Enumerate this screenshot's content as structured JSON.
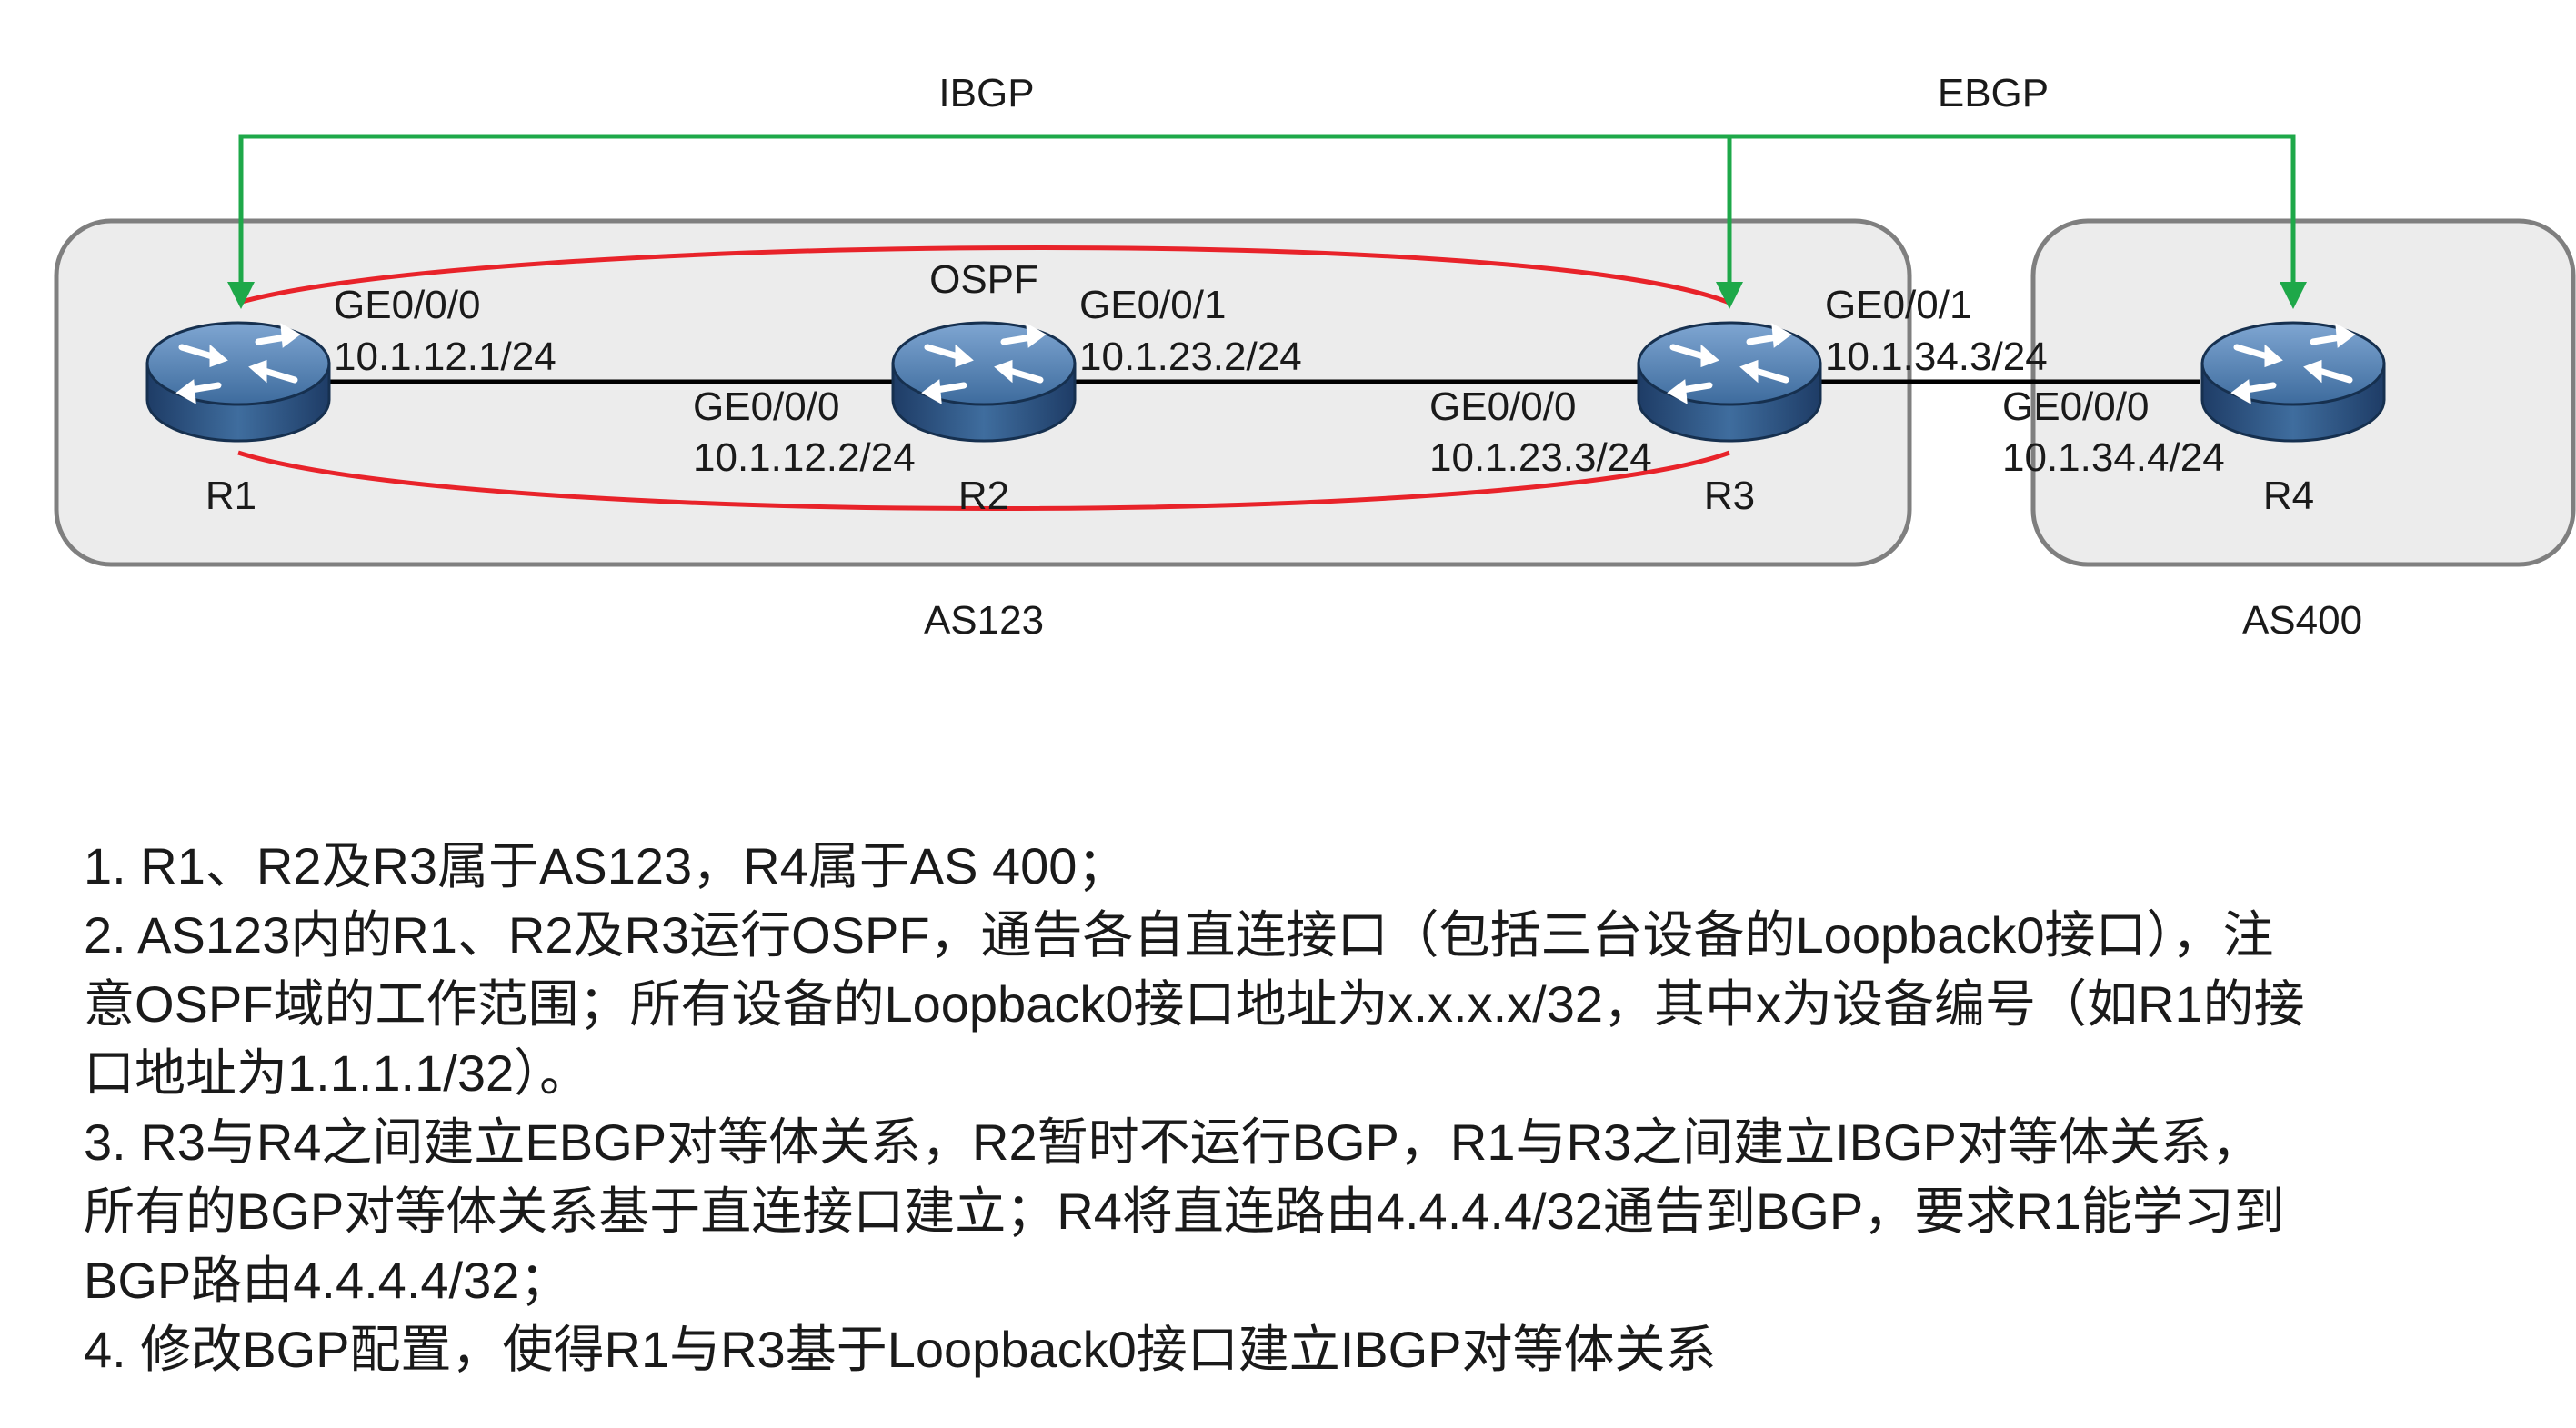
{
  "labels": {
    "ibgp": "IBGP",
    "ebgp": "EBGP",
    "ospf": "OSPF",
    "as123": "AS123",
    "as400": "AS400"
  },
  "routers": [
    {
      "id": "R1",
      "name": "R1"
    },
    {
      "id": "R2",
      "name": "R2"
    },
    {
      "id": "R3",
      "name": "R3"
    },
    {
      "id": "R4",
      "name": "R4"
    }
  ],
  "interfaces": {
    "r1_ge000": {
      "port": "GE0/0/0",
      "ip": "10.1.12.1/24"
    },
    "r2_ge000": {
      "port": "GE0/0/0",
      "ip": "10.1.12.2/24"
    },
    "r2_ge001": {
      "port": "GE0/0/1",
      "ip": "10.1.23.2/24"
    },
    "r3_ge000": {
      "port": "GE0/0/0",
      "ip": "10.1.23.3/24"
    },
    "r3_ge001": {
      "port": "GE0/0/1",
      "ip": "10.1.34.3/24"
    },
    "r4_ge000": {
      "port": "GE0/0/0",
      "ip": "10.1.34.4/24"
    }
  },
  "colors": {
    "ospf_loop": "#e8232a",
    "bgp_line": "#1ea849",
    "as_box_fill": "#ececec",
    "as_box_stroke": "#7f7f7f",
    "router_body": "#3f6d9e"
  },
  "requirements": [
    "1. R1、R2及R3属于AS123，R4属于AS 400；",
    "2. AS123内的R1、R2及R3运行OSPF，通告各自直连接口（包括三台设备的Loopback0接口），注",
    "意OSPF域的工作范围；所有设备的Loopback0接口地址为x.x.x.x/32，其中x为设备编号（如R1的接",
    "口地址为1.1.1.1/32）。",
    "3.  R3与R4之间建立EBGP对等体关系，R2暂时不运行BGP，R1与R3之间建立IBGP对等体关系，",
    "所有的BGP对等体关系基于直连接口建立；R4将直连路由4.4.4.4/32通告到BGP，要求R1能学习到",
    "BGP路由4.4.4.4/32；",
    "4. 修改BGP配置，使得R1与R3基于Loopback0接口建立IBGP对等体关系"
  ]
}
